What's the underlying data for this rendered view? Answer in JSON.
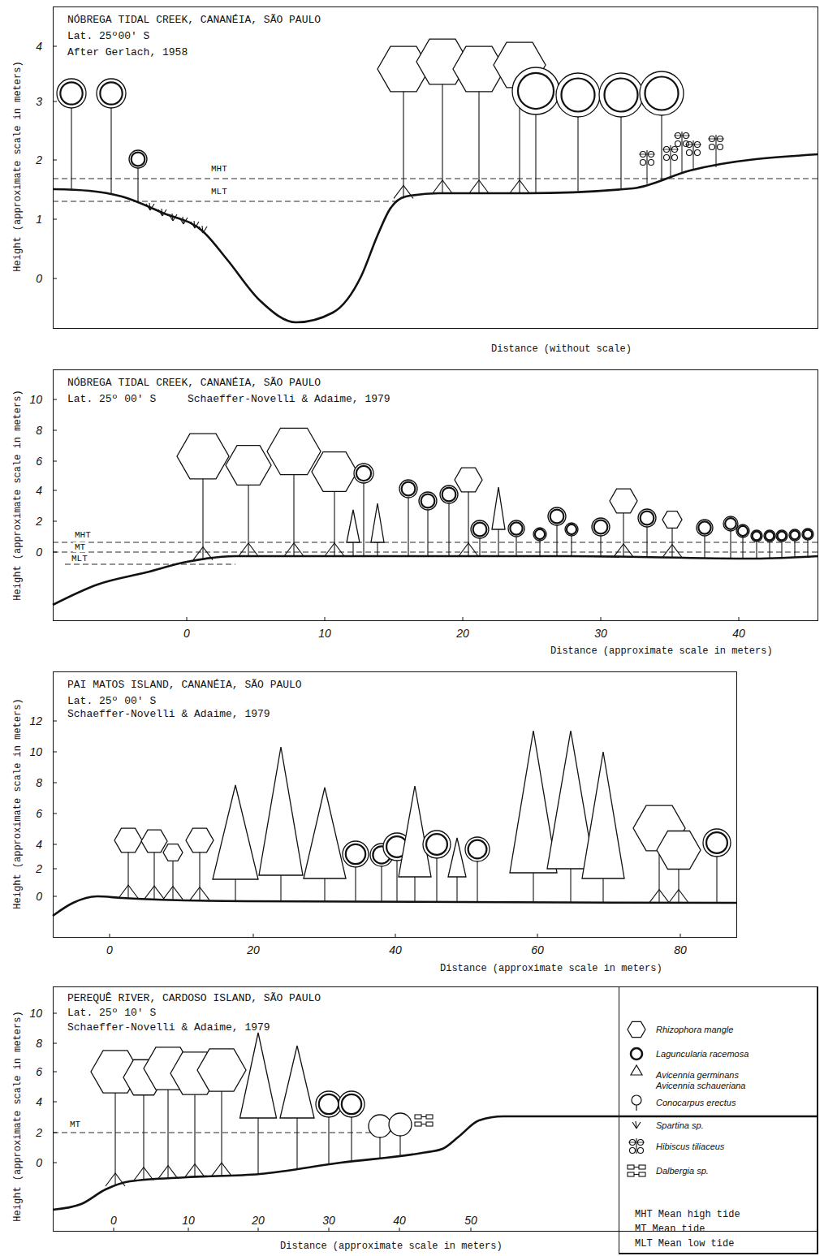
{
  "diagram": {
    "nodes": [
      {
        "text": [
          "NÓBREGA TIDAL CREEK, CANANÉIA, SÃO PAULO",
          "Lat. 25º00' S",
          "After Gerlach, 1958"
        ]
      },
      {
        "text": [
          "NÓBREGA TIDAL CREEK, CANANÉIA, SÃO PAULO",
          "Lat. 25º 00' S",
          "Schaeffer-Novelli & Adaime, 1979"
        ]
      },
      {
        "text": [
          "PAI MATOS ISLAND, CANANÉIA, SÃO PAULO",
          "Lat. 25º 00' S",
          "Schaeffer-Novelli & Adaime, 1979"
        ]
      },
      {
        "text": [
          "PEREQUÊ RIVER, CARDOSO ISLAND, SÃO PAULO",
          "Lat. 25º 10' S",
          "Schaeffer-Novelli & Adaime, 1979"
        ]
      }
    ],
    "labels": [
      "Height (approximate scale in meters)",
      "4",
      "3",
      "2",
      "1",
      "0",
      "MHT",
      "MLT",
      "Distance (without scale)",
      "Height (approximate scale in meters)",
      "10",
      "8",
      "6",
      "4",
      "2",
      "0",
      "MHT",
      "MT",
      "MLT",
      "0",
      "10",
      "20",
      "30",
      "40",
      "Distance (approximate scale in meters)",
      "Height (approximate scale in meters)",
      "12",
      "10",
      "8",
      "6",
      "4",
      "2",
      "0",
      "0",
      "20",
      "40",
      "60",
      "80",
      "Distance (approximate scale in meters)",
      "Height (approximate scale in meters)",
      "10",
      "8",
      "6",
      "4",
      "2",
      "MT",
      "0",
      "0",
      "10",
      "20",
      "30",
      "40",
      "50",
      "Distance (approximate scale in meters)"
    ],
    "legend": [
      {
        "text": "Rhizophora mangle"
      },
      {
        "text": "Laguncularia racemosa"
      },
      {
        "text": "Avicennia germinans Avicennia schaueriana"
      },
      {
        "text": "Conocarpus erectus"
      },
      {
        "text": "Spartina sp."
      },
      {
        "text": "Hibiscus tiliaceus"
      },
      {
        "text": "Dalbergia sp."
      },
      {
        "text": "MHT Mean high tide"
      },
      {
        "text": "MT Mean tide"
      },
      {
        "text": "MLT Mean low tide"
      }
    ]
  }
}
